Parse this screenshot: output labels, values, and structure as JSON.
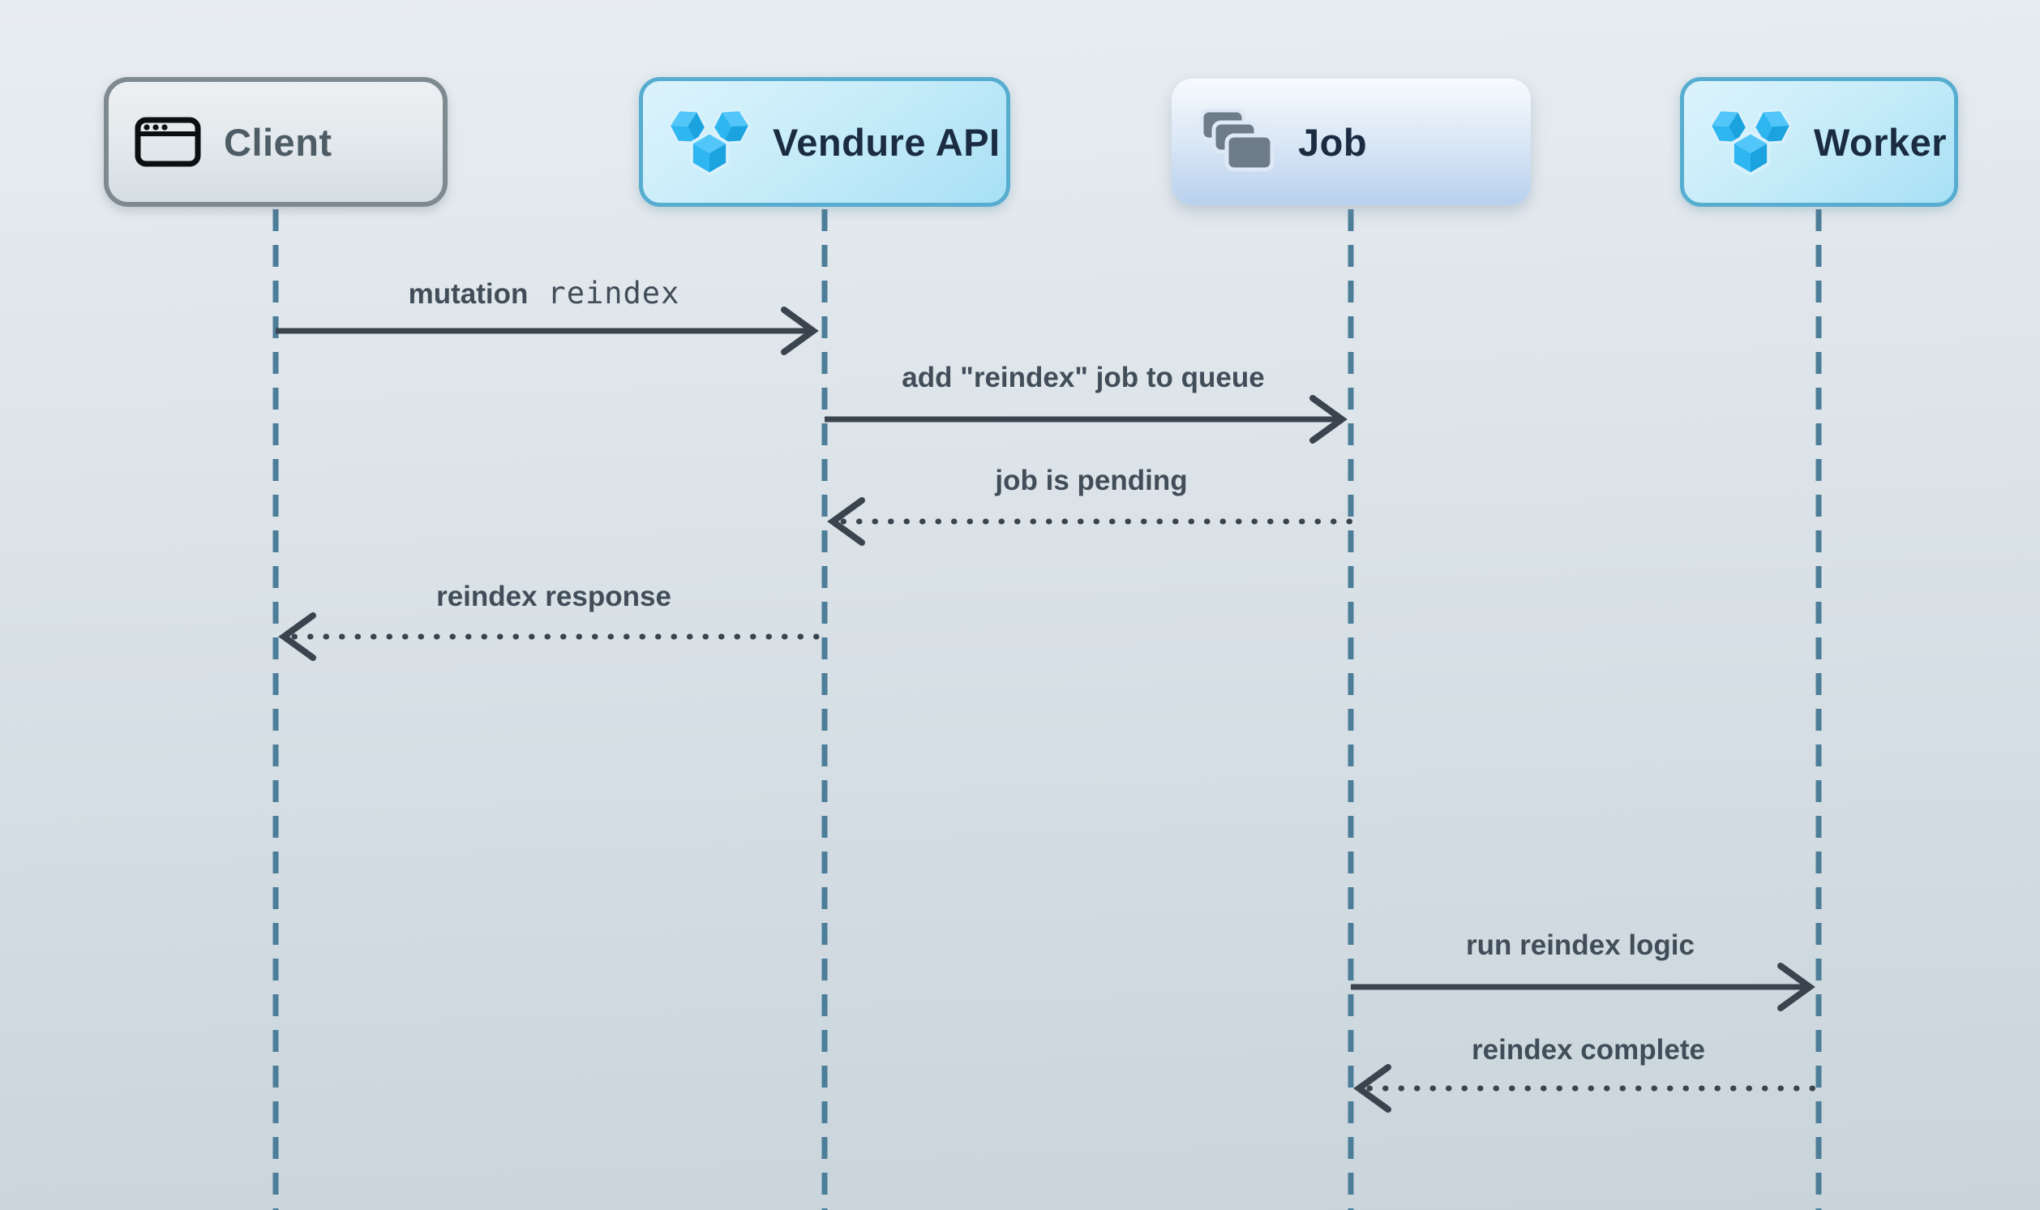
{
  "diagram": {
    "type": "sequence-diagram",
    "actors": [
      {
        "id": "client",
        "label": "Client",
        "icon": "browser-window-icon",
        "style": "gray"
      },
      {
        "id": "vendure-api",
        "label": "Vendure API",
        "icon": "vendure-logo-icon",
        "style": "cyan"
      },
      {
        "id": "job",
        "label": "Job",
        "icon": "layers-icon",
        "style": "blue"
      },
      {
        "id": "worker",
        "label": "Worker",
        "icon": "vendure-logo-icon",
        "style": "cyan"
      }
    ],
    "messages": [
      {
        "from": "Client",
        "to": "Vendure API",
        "label": "mutation",
        "code": "reindex",
        "line": "solid",
        "direction": "right"
      },
      {
        "from": "Vendure API",
        "to": "Job",
        "label": "add \"reindex\" job to queue",
        "line": "solid",
        "direction": "right"
      },
      {
        "from": "Job",
        "to": "Vendure API",
        "label": "job is pending",
        "line": "dotted",
        "direction": "left"
      },
      {
        "from": "Vendure API",
        "to": "Client",
        "label": "reindex response",
        "line": "dotted",
        "direction": "left"
      },
      {
        "from": "Job",
        "to": "Worker",
        "label": "run reindex logic",
        "line": "solid",
        "direction": "right"
      },
      {
        "from": "Worker",
        "to": "Job",
        "label": "reindex complete",
        "line": "dotted",
        "direction": "left"
      }
    ],
    "colors": {
      "lifeline": "#4d7e99",
      "arrow": "#3a444e",
      "message_text": "#414d59",
      "actor_text_dark": "#1b2c42",
      "actor_text_gray": "#4e5c66",
      "vendure_blue": "#2eb6f1",
      "cyan_box_border": "#57add0",
      "job_icon_gray": "#6e7b89"
    }
  }
}
